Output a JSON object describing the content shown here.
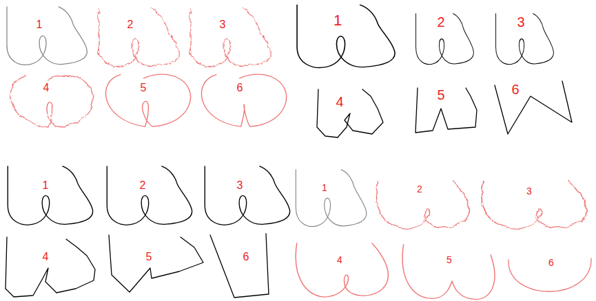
{
  "diagram": {
    "labels": [
      "1",
      "2",
      "3",
      "4",
      "5",
      "6",
      "1",
      "2",
      "3",
      "4",
      "5",
      "6",
      "1",
      "2",
      "3",
      "4",
      "5",
      "6",
      "1",
      "2",
      "3",
      "4",
      "5",
      "6"
    ]
  }
}
